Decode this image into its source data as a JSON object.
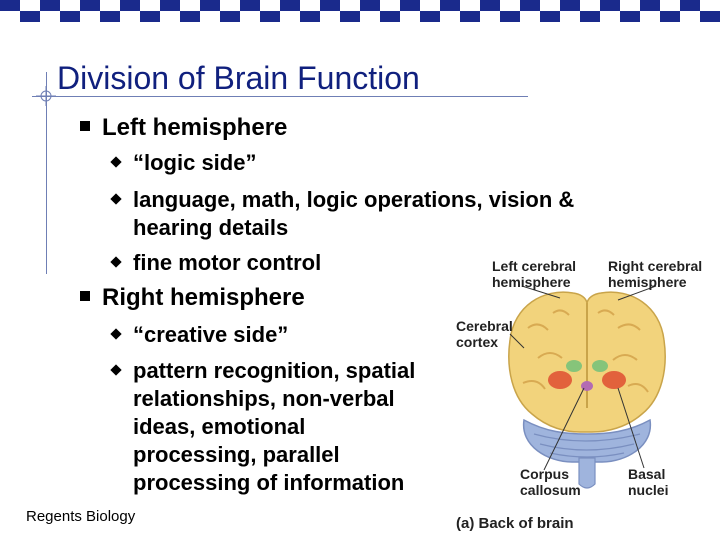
{
  "slide": {
    "title": "Division of Brain Function",
    "left": {
      "heading": "Left hemisphere",
      "items": [
        {
          "lines": [
            "“logic side”"
          ]
        },
        {
          "lines": [
            "language, math, logic operations, vision &",
            "hearing details"
          ]
        },
        {
          "lines": [
            "fine motor control"
          ]
        }
      ]
    },
    "right": {
      "heading": "Right hemisphere",
      "items": [
        {
          "lines": [
            "“creative side”"
          ]
        },
        {
          "lines": [
            "pattern recognition, spatial",
            "relationships, non-verbal",
            "ideas, emotional",
            "processing, parallel",
            "processing of information"
          ]
        }
      ]
    },
    "footer": "Regents Biology"
  },
  "figure": {
    "label_left_cerebral": [
      "Left cerebral",
      "hemisphere"
    ],
    "label_right_cerebral": [
      "Right cerebral",
      "hemisphere"
    ],
    "label_cortex": [
      "Cerebral",
      "cortex"
    ],
    "label_corpus": [
      "Corpus",
      "callosum"
    ],
    "label_basal": [
      "Basal",
      "nuclei"
    ],
    "caption": "(a) Back of brain"
  },
  "colors": {
    "title": "#10207e",
    "strip_dark": "#1a2a8c",
    "strip_light": "#ffffff",
    "brain": "#f2d37c",
    "cerebellum": "#9fb4dd"
  }
}
